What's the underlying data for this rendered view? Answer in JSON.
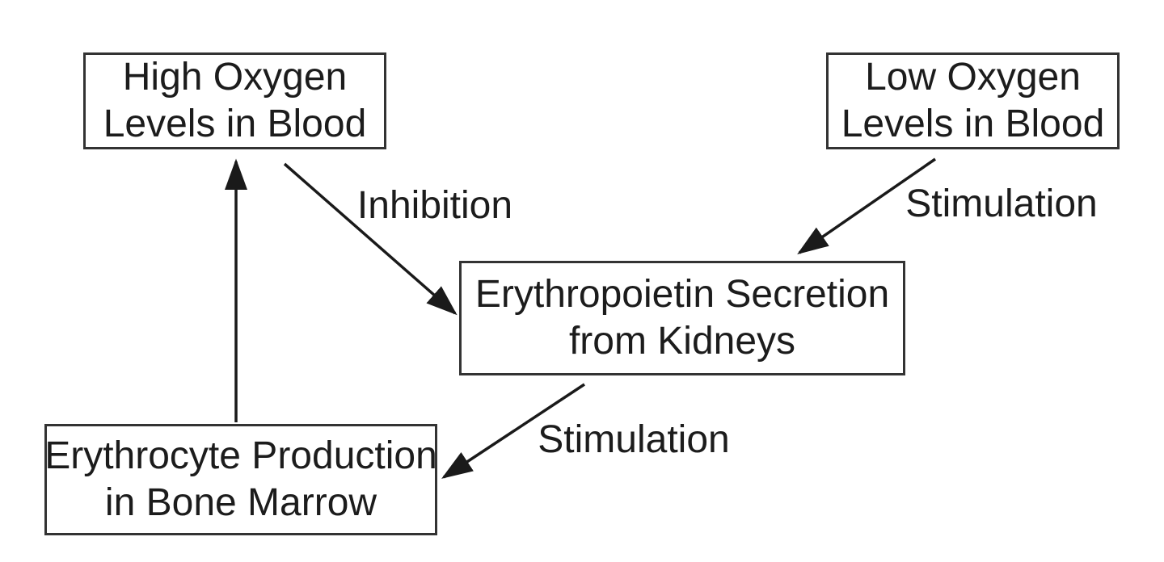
{
  "diagram": {
    "nodes": {
      "high_oxygen": {
        "line1": "High Oxygen",
        "line2": "Levels in Blood"
      },
      "low_oxygen": {
        "line1": "Low Oxygen",
        "line2": "Levels in Blood"
      },
      "epo_secretion": {
        "line1": "Erythropoietin Secretion",
        "line2": "from Kidneys"
      },
      "erythrocyte_production": {
        "line1": "Erythrocyte Production",
        "line2": "in Bone Marrow"
      }
    },
    "edges": {
      "inhibition": {
        "label": "Inhibition",
        "from": "high_oxygen",
        "to": "epo_secretion"
      },
      "stimulation_right": {
        "label": "Stimulation",
        "from": "low_oxygen",
        "to": "epo_secretion"
      },
      "stimulation_bottom": {
        "label": "Stimulation",
        "from": "epo_secretion",
        "to": "erythrocyte_production"
      },
      "feedback": {
        "label": "",
        "from": "erythrocyte_production",
        "to": "high_oxygen"
      }
    },
    "colors": {
      "background": "#ffffff",
      "line": "#1a1a1a",
      "border": "#333333",
      "text": "#1c1c1c"
    }
  }
}
